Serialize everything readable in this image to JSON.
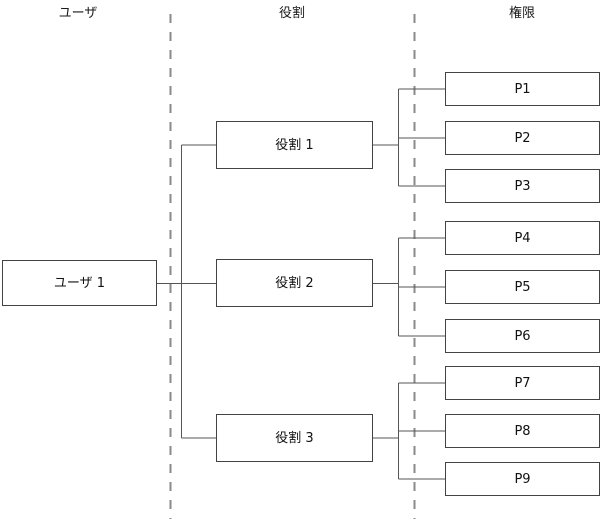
{
  "diagram": {
    "title_columns": [
      {
        "id": "user",
        "label": "ユーザ"
      },
      {
        "id": "role",
        "label": "役割"
      },
      {
        "id": "permission",
        "label": "権限"
      }
    ],
    "users": [
      {
        "id": "user1",
        "label": "ユーザ 1"
      }
    ],
    "roles": [
      {
        "id": "role1",
        "label": "役割 1"
      },
      {
        "id": "role2",
        "label": "役割 2"
      },
      {
        "id": "role3",
        "label": "役割 3"
      }
    ],
    "permissions": [
      {
        "id": "p1",
        "label": "P1"
      },
      {
        "id": "p2",
        "label": "P2"
      },
      {
        "id": "p3",
        "label": "P3"
      },
      {
        "id": "p4",
        "label": "P4"
      },
      {
        "id": "p5",
        "label": "P5"
      },
      {
        "id": "p6",
        "label": "P6"
      },
      {
        "id": "p7",
        "label": "P7"
      },
      {
        "id": "p8",
        "label": "P8"
      },
      {
        "id": "p9",
        "label": "P9"
      }
    ],
    "relations": [
      {
        "from": "user1",
        "to": "role1"
      },
      {
        "from": "user1",
        "to": "role2"
      },
      {
        "from": "user1",
        "to": "role3"
      },
      {
        "from": "role1",
        "to": "p1"
      },
      {
        "from": "role1",
        "to": "p2"
      },
      {
        "from": "role1",
        "to": "p3"
      },
      {
        "from": "role2",
        "to": "p4"
      },
      {
        "from": "role2",
        "to": "p5"
      },
      {
        "from": "role2",
        "to": "p6"
      },
      {
        "from": "role3",
        "to": "p7"
      },
      {
        "from": "role3",
        "to": "p8"
      },
      {
        "from": "role3",
        "to": "p9"
      }
    ],
    "colors": {
      "box_border": "#434343",
      "box_fill": "#ffffff",
      "wire": "#555555",
      "divider": "#8a8a8a",
      "text": "#111111",
      "background": "#ffffff"
    }
  }
}
